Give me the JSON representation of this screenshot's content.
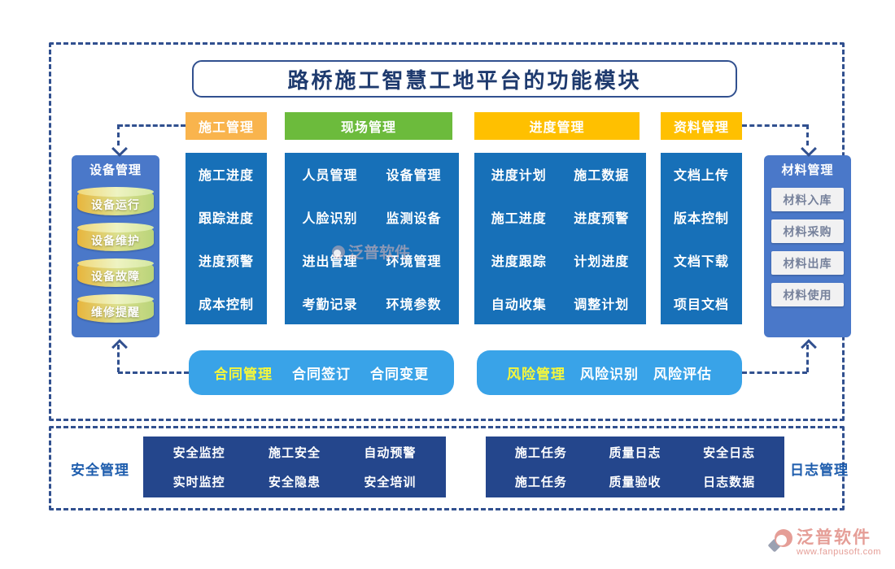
{
  "title": "路桥施工智慧工地平台的功能模块",
  "modules": [
    {
      "header": "施工管理",
      "items": [
        "施工进度",
        "跟踪进度",
        "进度预警",
        "成本控制"
      ]
    },
    {
      "header": "现场管理",
      "items": [
        "人员管理",
        "设备管理",
        "人脸识别",
        "监测设备",
        "进出管理",
        "环境管理",
        "考勤记录",
        "环境参数"
      ]
    },
    {
      "header": "进度管理",
      "items": [
        "进度计划",
        "施工数据",
        "施工进度",
        "进度预警",
        "进度跟踪",
        "计划进度",
        "自动收集",
        "调整计划"
      ]
    },
    {
      "header": "资料管理",
      "items": [
        "文档上传",
        "版本控制",
        "文档下载",
        "项目文档"
      ]
    }
  ],
  "left_panel": {
    "title": "设备管理",
    "items": [
      "设备运行",
      "设备维护",
      "设备故障",
      "维修提醒"
    ]
  },
  "right_panel": {
    "title": "材料管理",
    "items": [
      "材料入库",
      "材料采购",
      "材料出库",
      "材料使用"
    ]
  },
  "contract_box": {
    "title": "合同管理",
    "items": [
      "合同签订",
      "合同变更"
    ]
  },
  "risk_box": {
    "title": "风险管理",
    "items": [
      "风险识别",
      "风险评估"
    ]
  },
  "safety": {
    "label": "安全管理",
    "rows": [
      [
        "安全监控",
        "施工安全",
        "自动预警"
      ],
      [
        "实时监控",
        "安全隐患",
        "安全培训"
      ]
    ]
  },
  "log": {
    "label": "日志管理",
    "rows": [
      [
        "施工任务",
        "质量日志",
        "安全日志"
      ],
      [
        "施工任务",
        "质量验收",
        "日志数据"
      ]
    ]
  },
  "watermark": "泛普软件",
  "footer": {
    "brand": "泛普软件",
    "url": "www.fanpusoft.com"
  },
  "colors": {
    "frame_dash": "#31508F",
    "module_blue": "#1770B8",
    "panel_blue": "#4A78C9",
    "header_orange": "#F9B44D",
    "header_green": "#6CBB3C",
    "header_gold": "#FFC000",
    "pill_blue": "#39A3E8",
    "navy_box": "#24468C",
    "highlight_yellow": "#F7F73A",
    "brand_salmon": "#E59E97"
  }
}
